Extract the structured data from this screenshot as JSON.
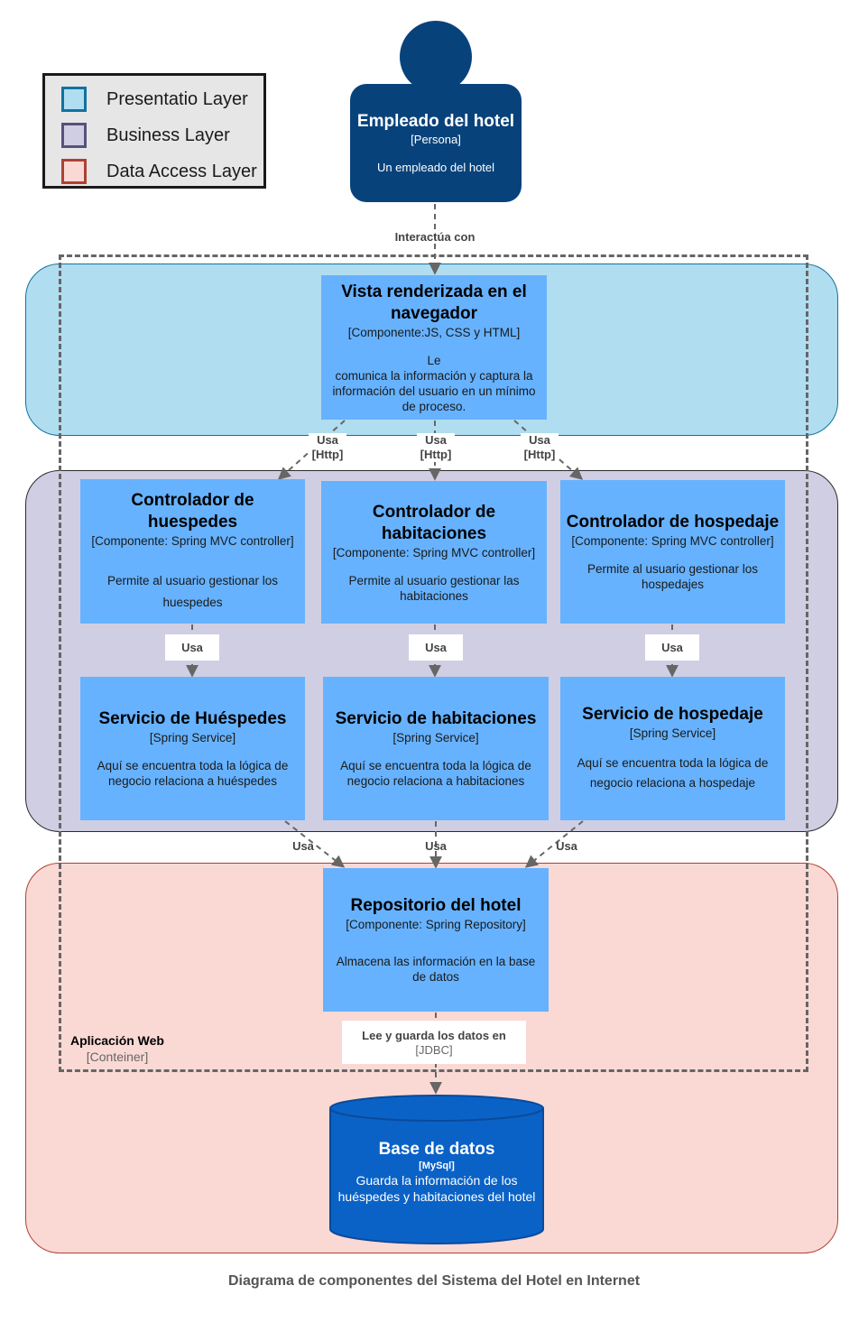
{
  "legend": [
    {
      "label": "Presentatio Layer",
      "fill": "#b1ddf0",
      "border": "#10739e"
    },
    {
      "label": "Business Layer",
      "fill": "#d0cee2",
      "border": "#56517e"
    },
    {
      "label": "Data Access Layer",
      "fill": "#fad9d5",
      "border": "#ae4132"
    }
  ],
  "person": {
    "title": "Empleado del hotel",
    "type": "[Persona]",
    "description": "Un empleado del hotel",
    "color": "#08427b"
  },
  "edges": {
    "interact": "Interactúa con",
    "usa": "Usa",
    "http": "[Http]",
    "jdbc_title": "Lee y guarda los datos en",
    "jdbc_tech": "[JDBC]"
  },
  "view": {
    "title": "Vista renderizada en el navegador",
    "tech": "[Componente:JS, CSS y HTML]",
    "description_line1": "Le",
    "description_line2": "comunica la información y captura la información del usuario en un mínimo de proceso."
  },
  "controllers": [
    {
      "title": "Controlador de huespedes",
      "tech": "[Componente: Spring MVC controller]",
      "description": "Permite al usuario gestionar los huespedes"
    },
    {
      "title": "Controlador de habitaciones",
      "tech": "[Componente: Spring MVC controller]",
      "description": "Permite al usuario gestionar las habitaciones"
    },
    {
      "title": "Controlador de hospedaje",
      "tech": "[Componente: Spring MVC controller]",
      "description": "Permite al usuario gestionar los hospedajes"
    }
  ],
  "services": [
    {
      "title": "Servicio de Huéspedes",
      "tech": "[Spring Service]",
      "description": "Aquí se encuentra toda la lógica de negocio relaciona a huéspedes"
    },
    {
      "title": "Servicio de habitaciones",
      "tech": "[Spring Service]",
      "description": "Aquí se encuentra toda la lógica de negocio relaciona a habitaciones"
    },
    {
      "title": "Servicio de hospedaje",
      "tech": "[Spring Service]",
      "description": "Aquí se encuentra toda la lógica de negocio relaciona a hospedaje"
    }
  ],
  "repository": {
    "title": "Repositorio del hotel",
    "tech": "[Componente: Spring Repository]",
    "description": "Almacena las información en la base de datos"
  },
  "container": {
    "title": "Aplicación Web",
    "type": "[Conteiner]"
  },
  "database": {
    "title": "Base de datos",
    "tech": "[MySql]",
    "description": "Guarda la información de los huéspedes y habitaciones del hotel",
    "color": "#0a62c6"
  },
  "caption": "Diagrama de componentes del Sistema del Hotel en Internet"
}
